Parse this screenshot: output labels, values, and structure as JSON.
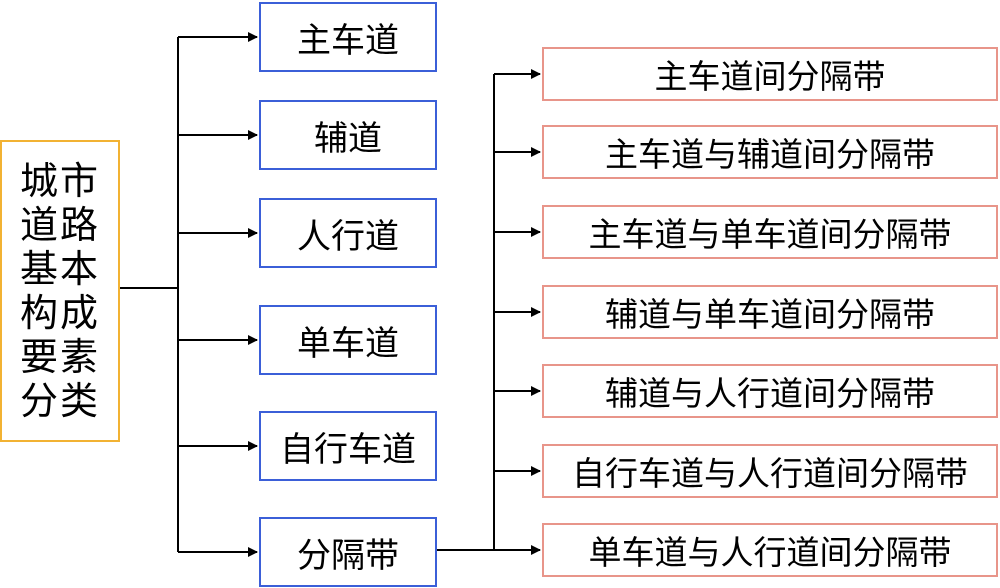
{
  "diagram": {
    "root": {
      "label": "城市道路基本构成要素分类",
      "border_color": "#F2B233"
    },
    "categories": [
      {
        "label": "主车道"
      },
      {
        "label": "辅道"
      },
      {
        "label": "人行道"
      },
      {
        "label": "单车道"
      },
      {
        "label": "自行车道"
      },
      {
        "label": "分隔带"
      }
    ],
    "category_border_color": "#3B5FD8",
    "median_types": [
      {
        "label": "主车道间分隔带"
      },
      {
        "label": "主车道与辅道间分隔带"
      },
      {
        "label": "主车道与单车道间分隔带"
      },
      {
        "label": "辅道与单车道间分隔带"
      },
      {
        "label": "辅道与人行道间分隔带"
      },
      {
        "label": "自行车道与人行道间分隔带"
      },
      {
        "label": "单车道与人行道间分隔带"
      }
    ],
    "median_type_border_color": "#E8958A",
    "median_types_parent": "分隔带",
    "connector_color": "#000000"
  }
}
